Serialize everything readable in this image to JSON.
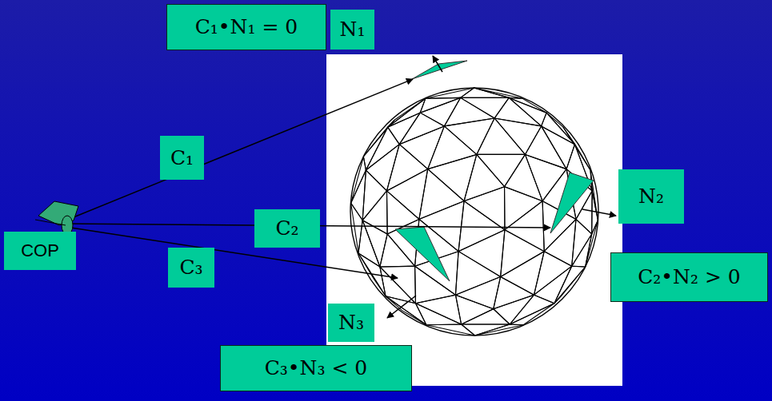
{
  "diagram": {
    "nodes": [
      {
        "text": [
          "C₁•N₁ = 0"
        ]
      },
      {
        "text": [
          "N₁"
        ]
      },
      {
        "text": [
          "C₁"
        ]
      },
      {
        "text": [
          "C₂"
        ]
      },
      {
        "text": [
          "N₂"
        ]
      },
      {
        "text": [
          "COP"
        ]
      },
      {
        "text": [
          "C₃"
        ]
      },
      {
        "text": [
          "C₂•N₂ > 0"
        ]
      },
      {
        "text": [
          "N₃"
        ]
      },
      {
        "text": [
          "C₃•N₃ < 0"
        ]
      }
    ]
  }
}
